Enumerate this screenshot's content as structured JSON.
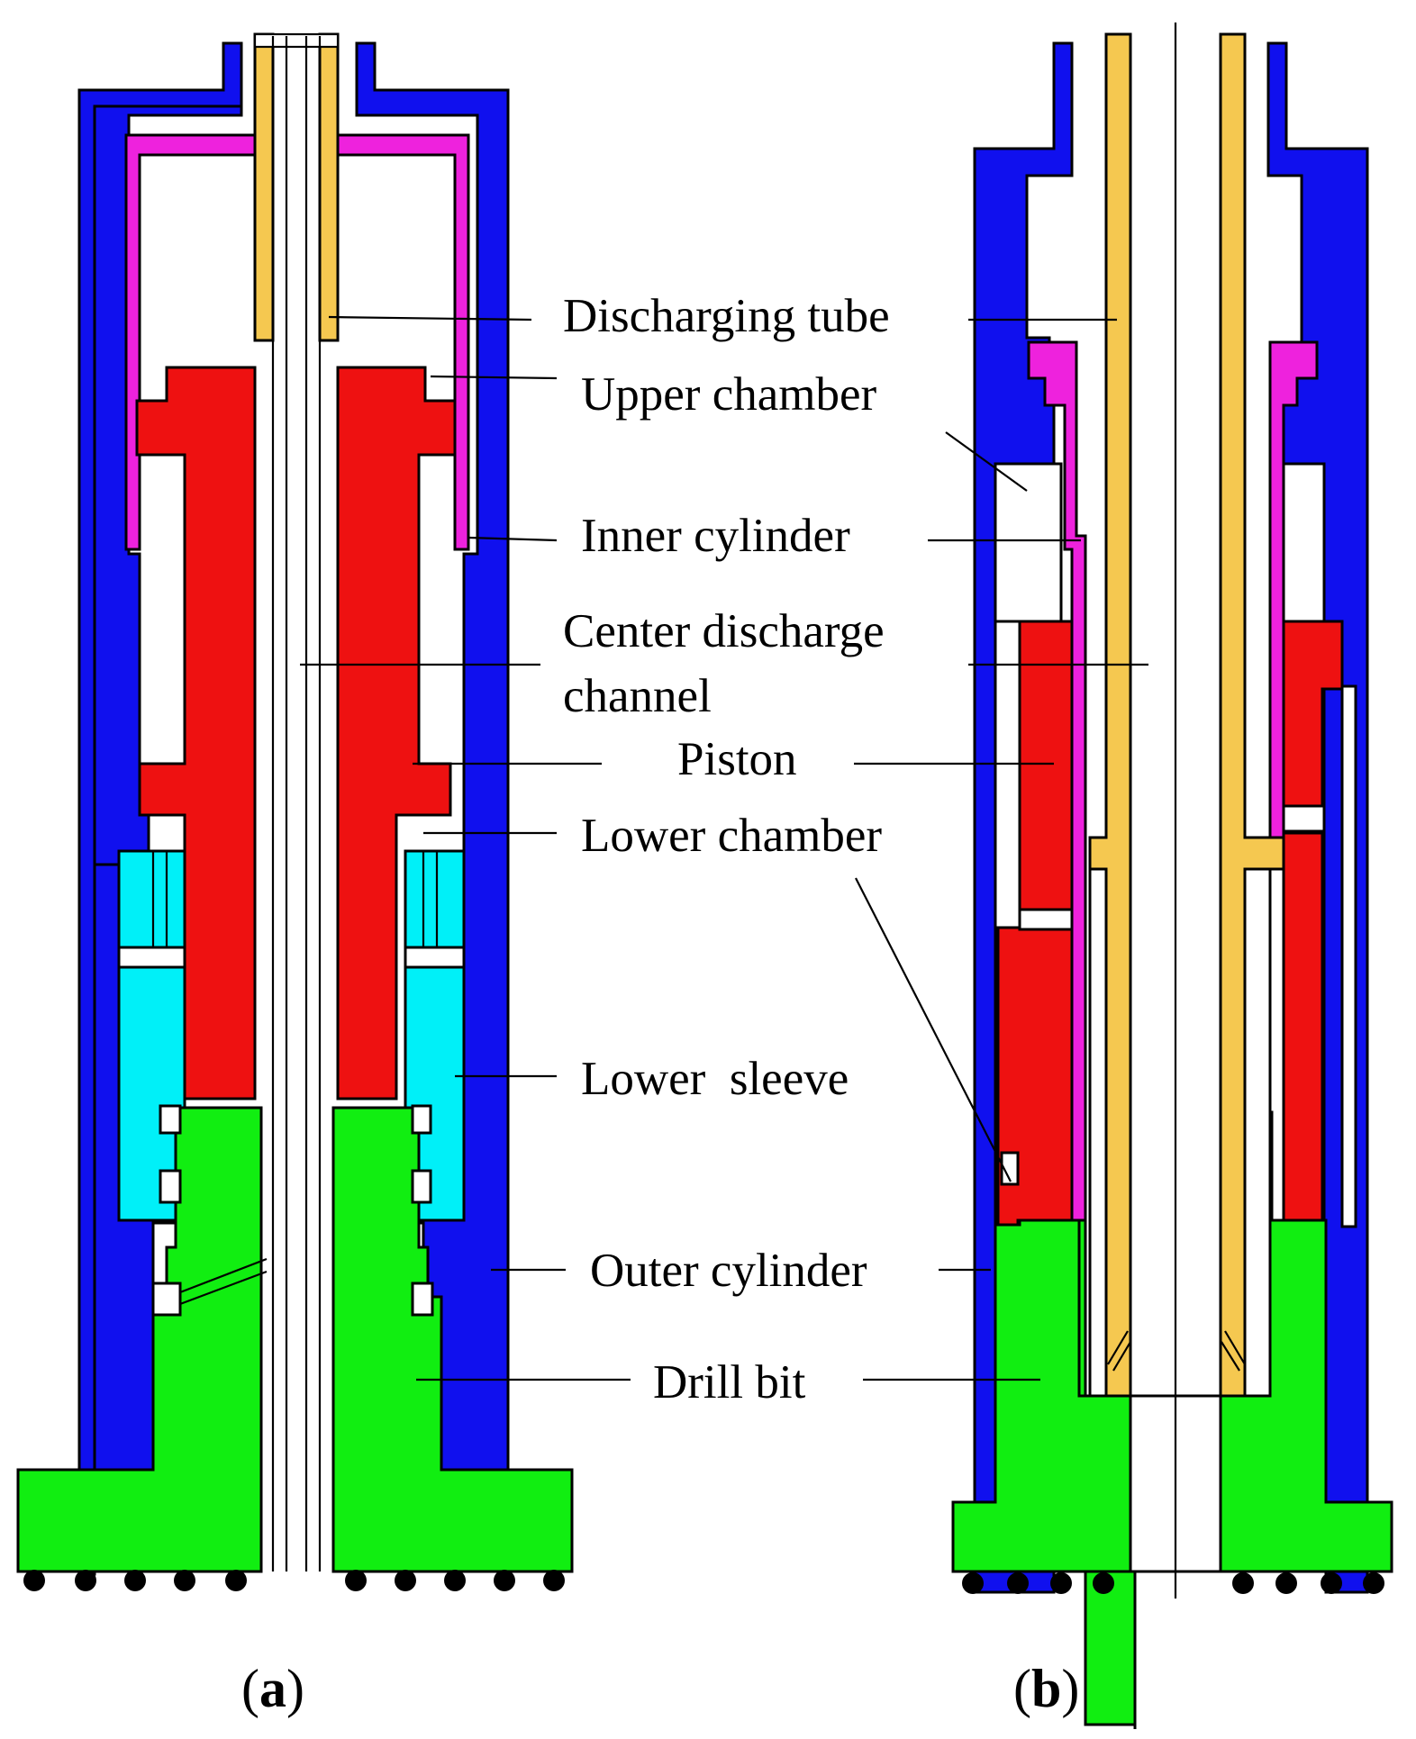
{
  "labels": {
    "discharging_tube": "Discharging tube",
    "upper_chamber": "Upper chamber",
    "inner_cylinder": "Inner cylinder",
    "center_discharge_1": "Center discharge",
    "center_discharge_2": "channel",
    "piston": "Piston",
    "lower_chamber": "Lower chamber",
    "lower_sleeve": "Lower  sleeve",
    "outer_cylinder": "Outer cylinder",
    "drill_bit": "Drill bit"
  },
  "panels": {
    "a": {
      "open": "(",
      "letter": "a",
      "close": ")"
    },
    "b": {
      "open": "(",
      "letter": "b",
      "close": ")"
    }
  },
  "colors": {
    "outer_cylinder": "#1010ee",
    "inner_cylinder": "#ee22dd",
    "piston": "#ee1111",
    "lower_sleeve": "#00f0f8",
    "drill_bit": "#11ee11",
    "discharging_tube": "#f5c850",
    "outline": "#000000"
  }
}
